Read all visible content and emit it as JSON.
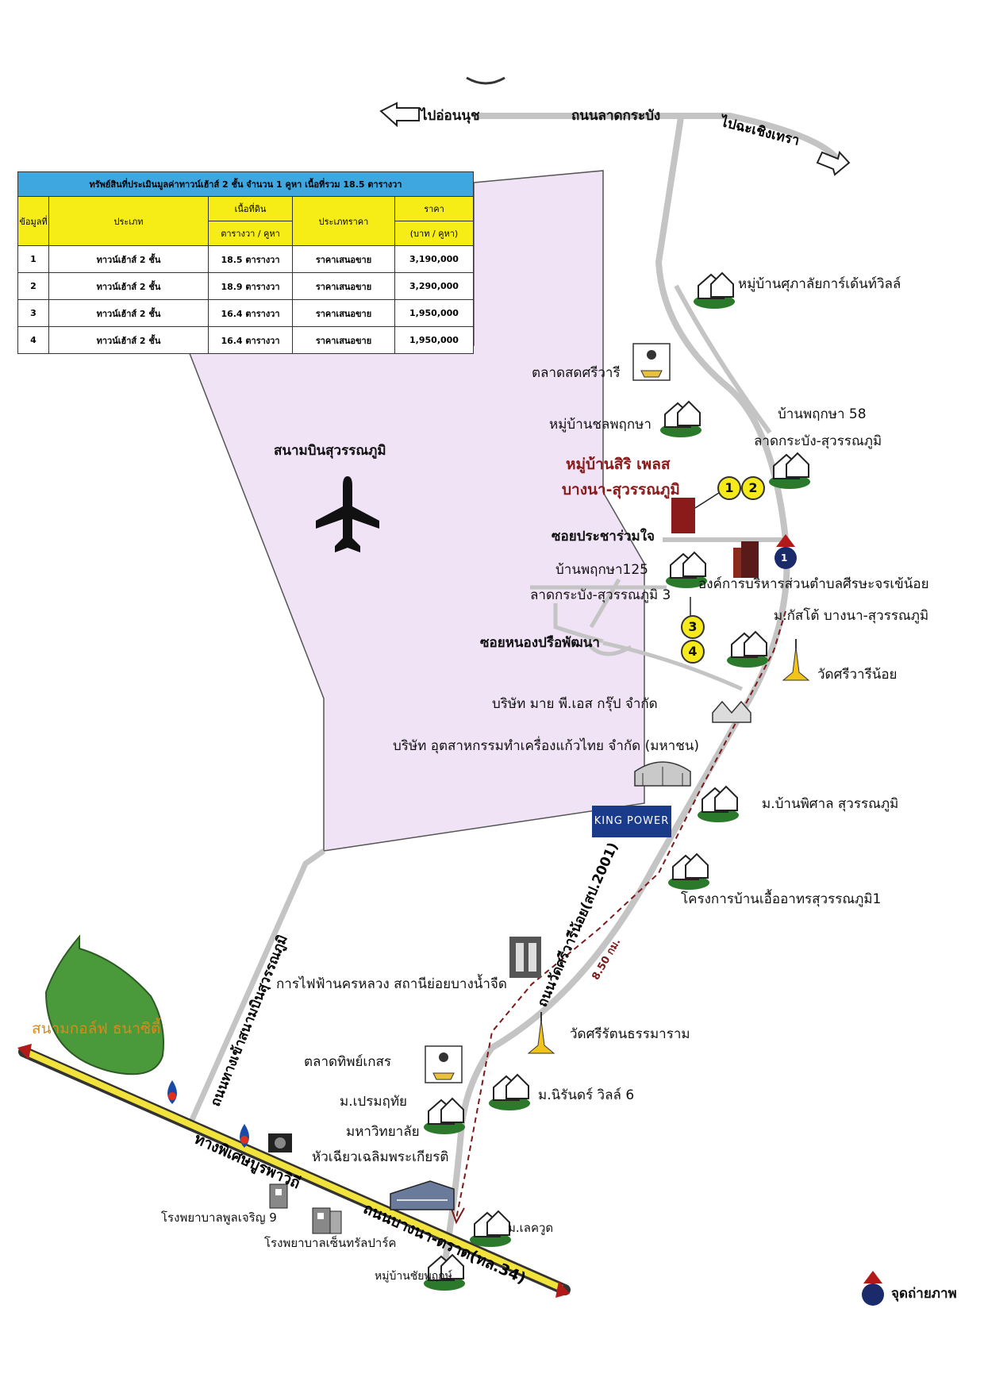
{
  "table": {
    "caption": "ทรัพย์สินที่ประเมินมูลค่าทาวน์เฮ้าส์ 2 ชั้น จำนวน 1 คูหา เนื้อที่รวม 18.5 ตารางวา",
    "headers": {
      "no": "ข้อมูลที่",
      "type": "ประเภท",
      "area": "เนื้อที่ดิน",
      "area_unit": "ตารางวา / คูหา",
      "price_type": "ประเภทราคา",
      "price": "ราคา",
      "price_unit": "(บาท / คูหา)"
    },
    "rows": [
      {
        "no": "1",
        "type": "ทาวน์เฮ้าส์ 2 ชั้น",
        "area": "18.5 ตารางวา",
        "price_type": "ราคาเสนอขาย",
        "price": "3,190,000"
      },
      {
        "no": "2",
        "type": "ทาวน์เฮ้าส์ 2 ชั้น",
        "area": "18.9 ตารางวา",
        "price_type": "ราคาเสนอขาย",
        "price": "3,290,000"
      },
      {
        "no": "3",
        "type": "ทาวน์เฮ้าส์ 2 ชั้น",
        "area": "16.4 ตารางวา",
        "price_type": "ราคาเสนอขาย",
        "price": "1,950,000"
      },
      {
        "no": "4",
        "type": "ทาวน์เฮ้าส์ 2 ชั้น",
        "area": "16.4 ตารางวา",
        "price_type": "ราคาเสนอขาย",
        "price": "1,950,000"
      }
    ]
  },
  "roads": {
    "to_onnut": "ไปอ่อนนุช",
    "lat_krabang": "ถนนลาดกระบัง",
    "to_chachoengsao": "ไปฉะเชิงเทรา",
    "wat_si_wari": "ถนนวัดศรีวารีน้อย(สป.2001)",
    "distance": "8.50 กม.",
    "airport_access": "ถนนทางเข้าสนามบินสุวรรณภูมิ",
    "burapha_withi": "ทางพิเศษบูรพาวิถี",
    "bangna_trat": "ถนนบางนา-ตราด(ทล.34)",
    "soi_pracha": "ซอยประชาร่วมใจ",
    "soi_nong_prue": "ซอยหนองปรือพัฒนา"
  },
  "labels": {
    "airport": "สนามบินสุวรรณภูมิ",
    "golf": "สนามกอล์ฟ ธนาซิตี้",
    "moo_supalai": "หมู่บ้านศุภาลัยการ์เด้นท์วิลล์",
    "market_si_wari": "ตลาดสดศรีวารี",
    "moo_chol": "หมู่บ้านชลพฤกษา",
    "ban_pruksa58_1": "บ้านพฤกษา 58",
    "ban_pruksa58_2": "ลาดกระบัง-สุวรรณภูมิ",
    "siri_place_1": "หมู่บ้านสิริ เพลส",
    "siri_place_2": "บางนา-สุวรรณภูมิ",
    "ban_pruksa125_1": "บ้านพฤกษา125",
    "ban_pruksa125_2": "ลาดกระบัง-สุวรรณภูมิ 3",
    "sao": "องค์การบริหารส่วนตำบลศีรษะจรเข้น้อย",
    "casa": "ม.กัสโต้ บางนา-สุวรรณภูมิ",
    "wat_si_wari": "วัดศรีวารีน้อย",
    "my_ps": "บริษัท มาย พี.เอส กรุ๊ป จำกัด",
    "thai_glass": "บริษัท อุตสาหกรรมทำเครื่องแก้วไทย จำกัด (มหาชน)",
    "king_power": "KING POWER",
    "ban_phisan": "ม.บ้านพิศาล สุวรรณภูมิ",
    "ua_arthorn": "โครงการบ้านเอื้ออาทรสุวรรณภูมิ1",
    "mea": "การไฟฟ้านครหลวง สถานีย่อยบางน้ำจืด",
    "wat_si_rat": "วัดศรีรัตนธรรมาราม",
    "market_thip": "ตลาดทิพย์เกสร",
    "prem_ruethai": "ม.เปรมฤทัย",
    "ninrat": "ม.นิรันดร์ วิลล์ 6",
    "hcu_1": "มหาวิทยาลัย",
    "hcu_2": "หัวเฉียวเฉลิมพระเกียรติ",
    "hosp_poolcharoen": "โรงพยาบาลพูลเจริญ 9",
    "hosp_central": "โรงพยาบาลเซ็นทรัลปาร์ค",
    "lake_wood": "ม.เลควูด",
    "chai_pruek": "หมู่บ้านชัยพฤกษ์",
    "legend_photo": "จุดถ่ายภาพ"
  },
  "markers": {
    "m1": "1",
    "m2": "2",
    "m3": "3",
    "m4": "4",
    "photo_point": "1"
  },
  "colors": {
    "road": "#c4c4c4",
    "airport": "#efe3f5",
    "golf": "#4a9a3c",
    "expressway": "#f2e33c",
    "table_caption": "#3fa7e0",
    "table_header": "#f6ec16",
    "highlight_label": "#8b1a1a",
    "route": "#7a1a1a"
  }
}
